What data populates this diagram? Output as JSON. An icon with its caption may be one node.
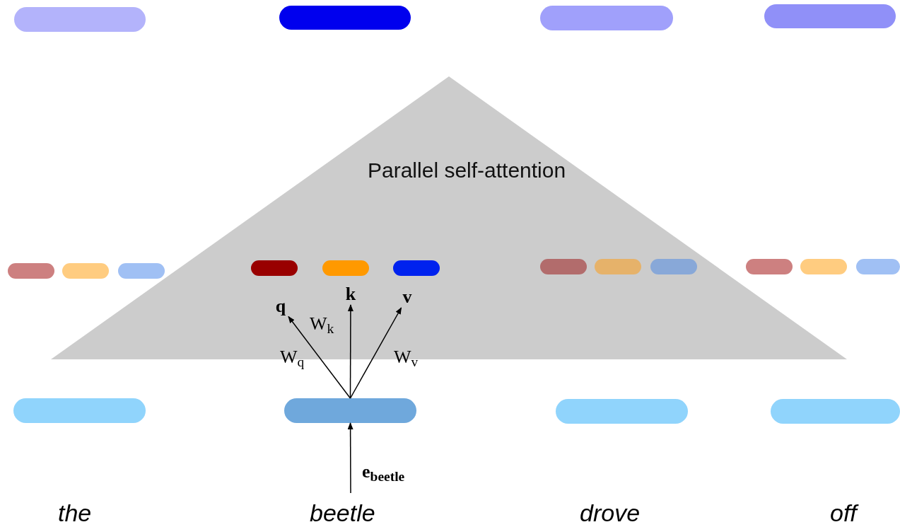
{
  "diagram": {
    "nodes": [
      {
        "text": [],
        "shape": "bar"
      },
      {
        "text": [],
        "shape": "bar"
      },
      {
        "text": [],
        "shape": "bar"
      },
      {
        "text": [],
        "shape": "bar"
      },
      {
        "text": [
          "Parallel self-attention"
        ]
      },
      {
        "text": [],
        "shape": "bar"
      },
      {
        "text": [],
        "shape": "bar"
      },
      {
        "text": [],
        "shape": "bar"
      },
      {
        "text": [],
        "shape": "bar",
        "in": 4
      },
      {
        "text": [],
        "shape": "bar",
        "in": 4
      },
      {
        "text": [],
        "shape": "bar",
        "in": 4
      },
      {
        "text": [],
        "shape": "bar",
        "in": 4
      },
      {
        "text": [],
        "shape": "bar",
        "in": 4
      },
      {
        "text": [],
        "shape": "bar",
        "in": 4
      },
      {
        "text": [],
        "shape": "bar"
      },
      {
        "text": [],
        "shape": "bar"
      },
      {
        "text": [],
        "shape": "bar"
      },
      {
        "text": [
          "q"
        ],
        "in": 4
      },
      {
        "text": [
          "k"
        ],
        "in": 4
      },
      {
        "text": [
          "v"
        ],
        "in": 4
      },
      {
        "text": [],
        "shape": "bar"
      },
      {
        "text": [],
        "shape": "bar"
      },
      {
        "text": [],
        "shape": "bar"
      },
      {
        "text": [],
        "shape": "bar"
      }
    ],
    "edges": [
      {
        "from": 21,
        "to": 17,
        "arrow": "to",
        "label": "W$_{q}$"
      },
      {
        "from": 21,
        "to": 18,
        "arrow": "to",
        "label": "W$_{k}$"
      },
      {
        "from": 21,
        "to": 19,
        "arrow": "to",
        "label": "W$_{v}$"
      },
      {
        "from": null,
        "to": 21,
        "arrow": "to",
        "label": "e$_{beetle}$"
      }
    ],
    "labels": [
      "the",
      "beetle",
      "drove",
      "off"
    ]
  }
}
